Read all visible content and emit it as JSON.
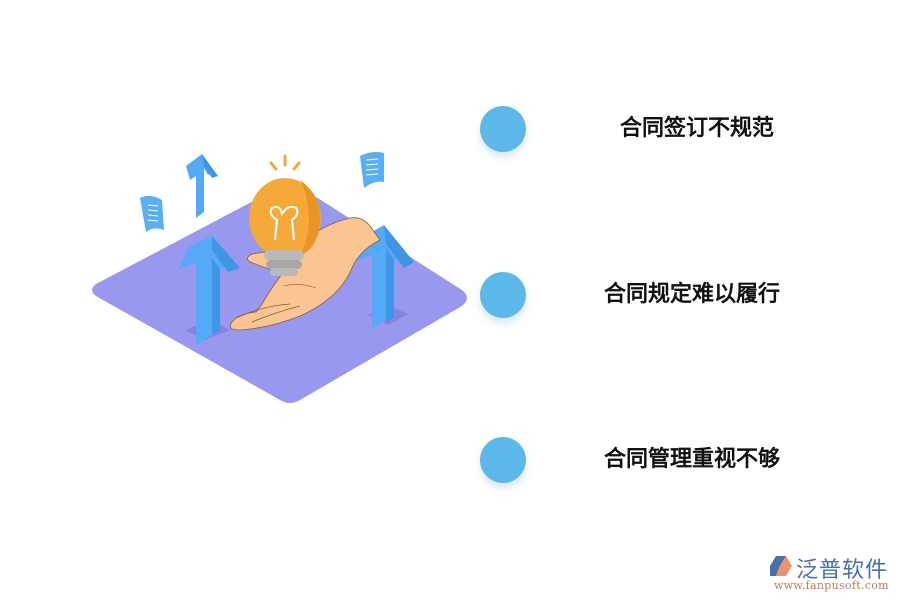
{
  "list": {
    "items": [
      {
        "label": "合同签订不规范",
        "dot_color": "#5cb8e8"
      },
      {
        "label": "合同规定难以履行",
        "dot_color": "#5cb8e8"
      },
      {
        "label": "合同管理重视不够",
        "dot_color": "#5cb8e8"
      }
    ]
  },
  "illustration": {
    "platform_color": "#9898ef",
    "arrow_color": "#55a9f7",
    "arrow_side_color": "#3f8fdf",
    "bulb_color": "#f5a93a",
    "bulb_base_color": "#b9b9b9",
    "hand_color": "#fbc493",
    "paper_color": "#5aaef3"
  },
  "logo": {
    "name": "泛普软件",
    "url": "www.fanpusoft.com",
    "icon": "fanpu-logo-icon"
  }
}
